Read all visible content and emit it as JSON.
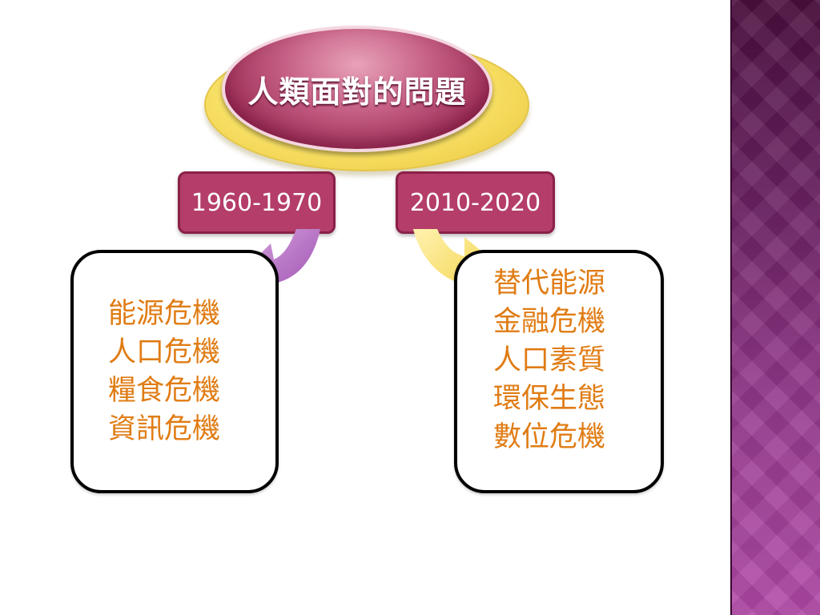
{
  "title": "人類面對的問題",
  "periods": [
    {
      "label": "1960-1970",
      "items": [
        "能源危機",
        "人口危機",
        "糧食危機",
        "資訊危機"
      ]
    },
    {
      "label": "2010-2020",
      "items": [
        "替代能源",
        "金融危機",
        "人口素質",
        "環保生態",
        "數位危機"
      ]
    }
  ],
  "colors": {
    "title_fill": "#b43d6a",
    "title_shadow": "#f7df63",
    "year_box": "#b43d6a",
    "item_text": "#e07c14",
    "left_arrow": "#a855b8",
    "right_arrow": "#f6de6a",
    "side_band": "#7a2a72"
  }
}
